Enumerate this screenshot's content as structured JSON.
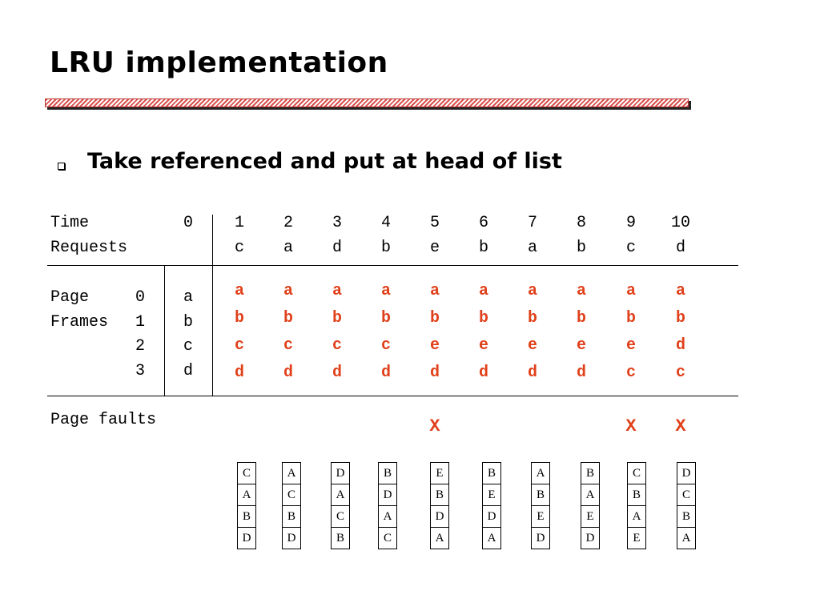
{
  "slide": {
    "title": "LRU implementation",
    "bullet": "Take referenced and put at head of list"
  },
  "table": {
    "time_label": "Time",
    "requests_label": "Requests",
    "initial_time": "0",
    "times": [
      "1",
      "2",
      "3",
      "4",
      "5",
      "6",
      "7",
      "8",
      "9",
      "10"
    ],
    "requests": [
      "c",
      "a",
      "d",
      "b",
      "e",
      "b",
      "a",
      "b",
      "c",
      "d"
    ],
    "page_label": "Page",
    "frames_label": "Frames",
    "frame_numbers": [
      "0",
      "1",
      "2",
      "3"
    ],
    "initial_frames": [
      "a",
      "b",
      "c",
      "d"
    ],
    "frames": [
      [
        "a",
        "b",
        "c",
        "d"
      ],
      [
        "a",
        "b",
        "c",
        "d"
      ],
      [
        "a",
        "b",
        "c",
        "d"
      ],
      [
        "a",
        "b",
        "c",
        "d"
      ],
      [
        "a",
        "b",
        "e",
        "d"
      ],
      [
        "a",
        "b",
        "e",
        "d"
      ],
      [
        "a",
        "b",
        "e",
        "d"
      ],
      [
        "a",
        "b",
        "e",
        "d"
      ],
      [
        "a",
        "b",
        "e",
        "c"
      ],
      [
        "a",
        "b",
        "d",
        "c"
      ]
    ],
    "page_faults_label": "Page faults",
    "faults": [
      "",
      "",
      "",
      "",
      "X",
      "",
      "",
      "",
      "X",
      "X"
    ]
  },
  "stacks": [
    [
      "C",
      "A",
      "B",
      "D"
    ],
    [
      "A",
      "C",
      "B",
      "D"
    ],
    [
      "D",
      "A",
      "C",
      "B"
    ],
    [
      "B",
      "D",
      "A",
      "C"
    ],
    [
      "E",
      "B",
      "D",
      "A"
    ],
    [
      "B",
      "E",
      "D",
      "A"
    ],
    [
      "A",
      "B",
      "E",
      "D"
    ],
    [
      "B",
      "A",
      "E",
      "D"
    ],
    [
      "C",
      "B",
      "A",
      "E"
    ],
    [
      "D",
      "C",
      "B",
      "A"
    ]
  ],
  "colors": {
    "accent": "#e0401a"
  }
}
